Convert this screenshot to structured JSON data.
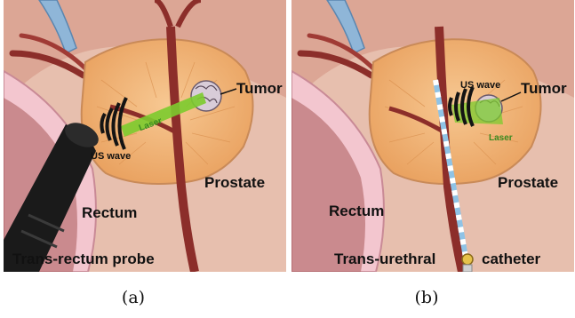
{
  "panel_a": {
    "labels": {
      "tumor": "Tumor",
      "laser": "Laser",
      "us_wave": "US wave",
      "prostate": "Prostate",
      "rectum": "Rectum",
      "probe": "Trans-rectum probe"
    },
    "caption": "(a)"
  },
  "panel_b": {
    "labels": {
      "us_wave": "US wave",
      "tumor": "Tumor",
      "laser": "Laser",
      "prostate": "Prostate",
      "rectum": "Rectum",
      "catheter_left": "Trans-urethral",
      "catheter_right": "catheter"
    },
    "caption": "(b)"
  },
  "colors": {
    "prostate_fill": "#f2b479",
    "prostate_edge": "#c98a58",
    "tissue_bg": "#e0b09c",
    "rectum_pink": "#f0b8c4",
    "vessel": "#8c2e2a",
    "bladder_blue": "#8fb6d8",
    "laser_green": "#7ccb2e",
    "probe_black": "#1a1a1a"
  }
}
